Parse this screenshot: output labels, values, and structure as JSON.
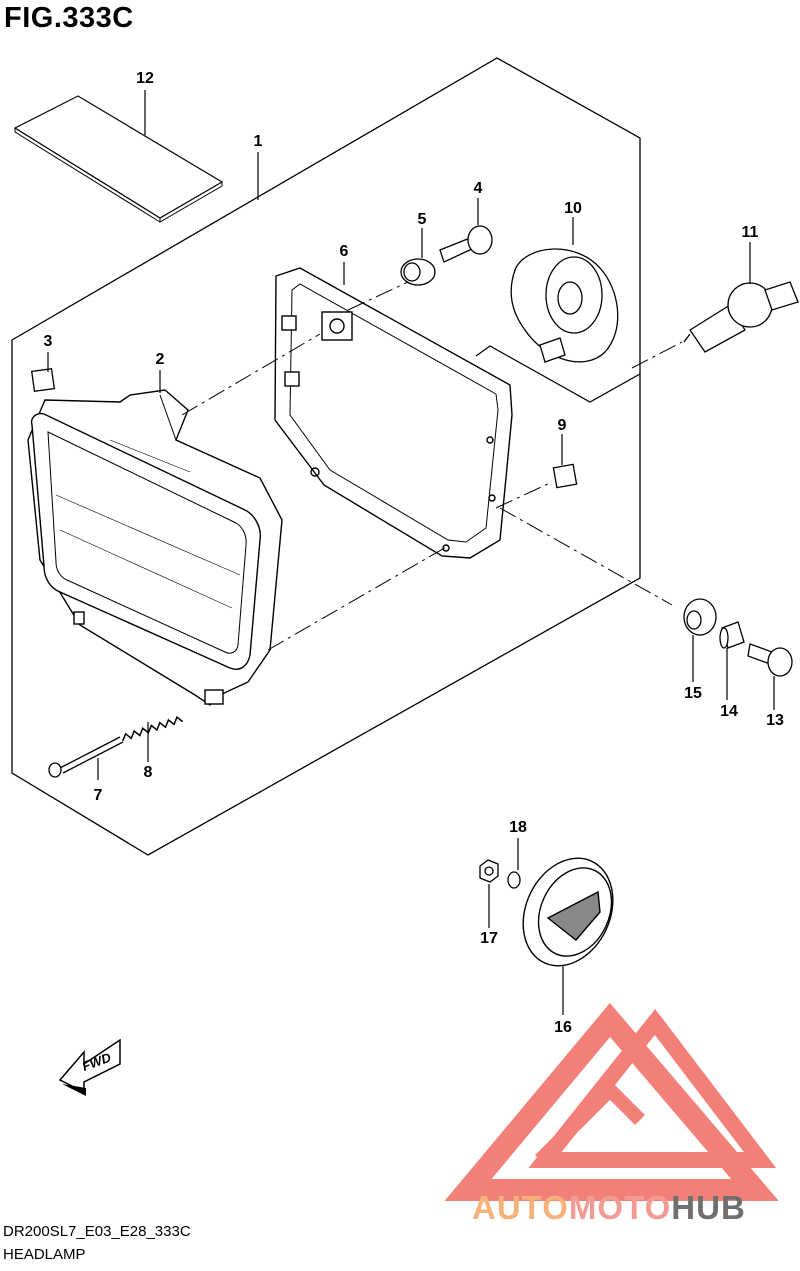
{
  "figure": {
    "title": "FIG.333C",
    "model_code": "DR200SL7_E03_E28_333C",
    "caption": "HEADLAMP"
  },
  "fwd_label": "FWD",
  "callouts": [
    {
      "id": "1",
      "number": "1"
    },
    {
      "id": "2",
      "number": "2"
    },
    {
      "id": "3",
      "number": "3"
    },
    {
      "id": "4",
      "number": "4"
    },
    {
      "id": "5",
      "number": "5"
    },
    {
      "id": "6",
      "number": "6"
    },
    {
      "id": "7",
      "number": "7"
    },
    {
      "id": "8",
      "number": "8"
    },
    {
      "id": "9",
      "number": "9"
    },
    {
      "id": "10",
      "number": "10"
    },
    {
      "id": "11",
      "number": "11"
    },
    {
      "id": "12",
      "number": "12"
    },
    {
      "id": "13",
      "number": "13"
    },
    {
      "id": "14",
      "number": "14"
    },
    {
      "id": "15",
      "number": "15"
    },
    {
      "id": "16",
      "number": "16"
    },
    {
      "id": "17",
      "number": "17"
    },
    {
      "id": "18",
      "number": "18"
    }
  ],
  "watermark": {
    "part1": "AUTO",
    "part2": "MOTO",
    "part3": "HUB",
    "colors": {
      "auto": "#f5b27a",
      "moto": "#f39a95",
      "hub": "#6f6f6f",
      "logo": "#f06b62"
    }
  }
}
